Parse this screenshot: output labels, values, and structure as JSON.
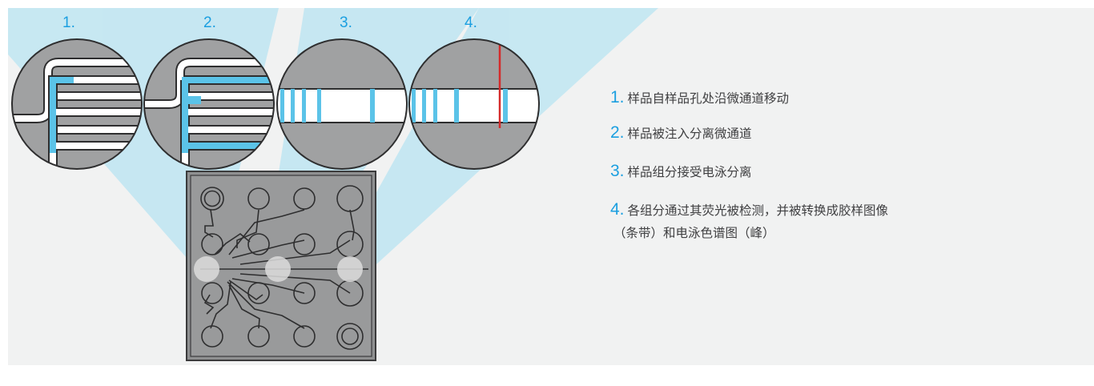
{
  "step_labels": [
    "1.",
    "2.",
    "3.",
    "4."
  ],
  "legend": [
    {
      "num": "1.",
      "text": "样品自样品孔处沿微通道移动"
    },
    {
      "num": "2.",
      "text": "样品被注入分离微通道"
    },
    {
      "num": "3.",
      "text": "样品组分接受电泳分离"
    },
    {
      "num": "4.",
      "text": "各组分通过其荧光被检测，并被转换成胶样图像",
      "text2": "（条带）和电泳色谱图（峰）"
    }
  ],
  "colors": {
    "accent": "#1b9fe0",
    "beam": "#bfe6f2",
    "channel_fill": "#5bc3e8",
    "detector_line": "#d42a2a",
    "chip_gray": "#9a9b9c",
    "panel_bg": "#f1f2f2"
  }
}
